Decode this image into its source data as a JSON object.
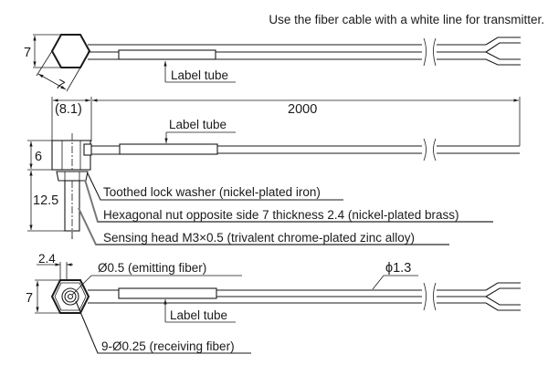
{
  "note": "Use the fiber cable with a white line for transmitter.",
  "view_top": {
    "hex_height": "7",
    "hex_across": "7",
    "label_tube": "Label tube"
  },
  "view_side": {
    "head_width": "(8.1)",
    "cable_length": "2000",
    "label_tube": "Label tube",
    "head_height": "6",
    "thread_length": "12.5",
    "callouts": [
      "Toothed lock washer (nickel-plated iron)",
      "Hexagonal nut opposite side 7 thickness 2.4 (nickel-plated brass)",
      "Sensing head M3×0.5 (trivalent chrome-plated zinc alloy)"
    ]
  },
  "view_front": {
    "nut_thickness": "2.4",
    "hex_height": "7",
    "emitting_fiber": "Ø0.5 (emitting fiber)",
    "receiving_fiber": "9-Ø0.25 (receiving fiber)",
    "label_tube": "Label tube",
    "cable_diameter": "ϕ1.3"
  }
}
